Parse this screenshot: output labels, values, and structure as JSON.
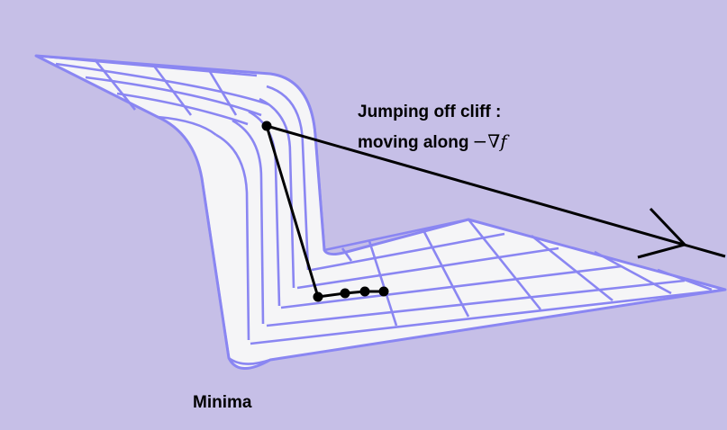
{
  "diagram": {
    "annotation_line1": "Jumping off cliff :",
    "annotation_line2": "moving along",
    "annotation_math": "−∇",
    "annotation_math_var": "f",
    "minima_label": "Minima"
  },
  "colors": {
    "background": "#c6bfe7",
    "surface_fill": "#f5f5f7",
    "grid_lines": "#8a86f2",
    "path": "#000000"
  }
}
